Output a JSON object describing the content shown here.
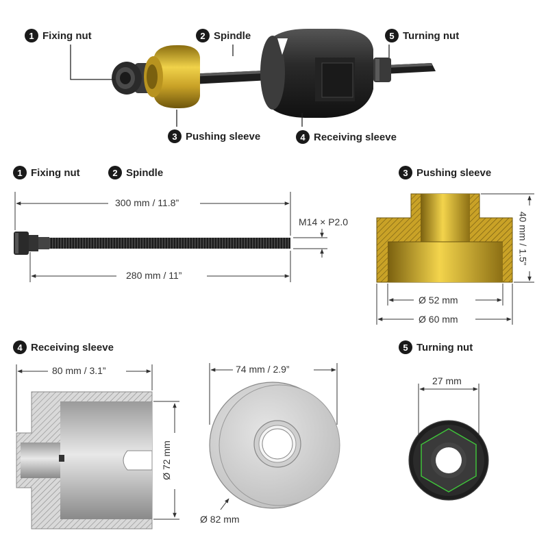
{
  "assembly": {
    "fixing_nut": {
      "num": "1",
      "label": "Fixing nut"
    },
    "spindle": {
      "num": "2",
      "label": "Spindle"
    },
    "pushing_sleeve": {
      "num": "3",
      "label": "Pushing sleeve"
    },
    "receiving_sleeve": {
      "num": "4",
      "label": "Receiving sleeve"
    },
    "turning_nut": {
      "num": "5",
      "label": "Turning nut"
    }
  },
  "spindle_detail": {
    "heading_1": {
      "num": "1",
      "label": "Fixing nut"
    },
    "heading_2": {
      "num": "2",
      "label": "Spindle"
    },
    "overall_length": "300 mm / 11.8”",
    "thread_length": "280 mm / 11”",
    "thread_spec": "M14 × P2.0"
  },
  "pushing_sleeve_detail": {
    "heading": {
      "num": "3",
      "label": "Pushing sleeve"
    },
    "height": "40 mm / 1.5”",
    "inner_diameter": "Ø 52 mm",
    "outer_diameter": "Ø 60 mm"
  },
  "receiving_sleeve_detail": {
    "heading": {
      "num": "4",
      "label": "Receiving sleeve"
    },
    "length": "80 mm / 3.1”",
    "inner_diameter": "Ø 72 mm",
    "face_width": "74 mm / 2.9”",
    "outer_diameter": "Ø 82 mm"
  },
  "turning_nut_detail": {
    "heading": {
      "num": "5",
      "label": "Turning nut"
    },
    "width": "27 mm"
  },
  "colors": {
    "brass": "#c9a227",
    "dark_steel": "#2e2e2e",
    "thread": "#1c1c1c",
    "accent_green": "#3fc23a"
  }
}
